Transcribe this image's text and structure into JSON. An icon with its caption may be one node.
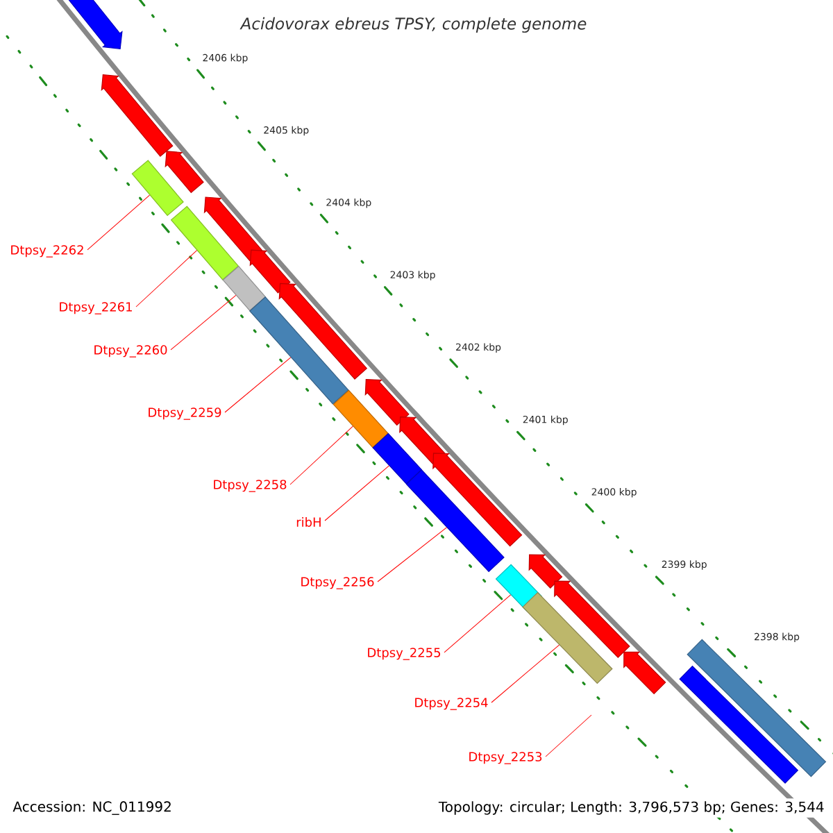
{
  "diagram": {
    "title": "Acidovorax ebreus TPSY, complete genome",
    "nodes": [
      {
        "text": [
          "Dtpsy_2262"
        ]
      },
      {
        "text": [
          "Dtpsy_2261"
        ]
      },
      {
        "text": [
          "Dtpsy_2260"
        ]
      },
      {
        "text": [
          "Dtpsy_2259"
        ]
      },
      {
        "text": [
          "Dtpsy_2258"
        ]
      },
      {
        "text": [
          "ribH"
        ]
      },
      {
        "text": [
          "Dtpsy_2256"
        ]
      },
      {
        "text": [
          "Dtpsy_2255"
        ]
      },
      {
        "text": [
          "Dtpsy_2254"
        ]
      },
      {
        "text": [
          "Dtpsy_2253"
        ]
      },
      {
        "text": [],
        "shape": "bar"
      },
      {
        "text": [],
        "shape": "bar"
      },
      {
        "text": [],
        "shape": "bar"
      },
      {
        "text": [],
        "shape": "bar"
      },
      {
        "text": [],
        "shape": "bar"
      },
      {
        "text": [],
        "shape": "bar"
      },
      {
        "text": [],
        "shape": "bar"
      },
      {
        "text": [],
        "shape": "bar"
      },
      {
        "text": [],
        "shape": "bar"
      },
      {
        "text": [],
        "shape": "arrow"
      },
      {
        "text": [],
        "shape": "arrow"
      },
      {
        "text": [],
        "shape": "arrow"
      },
      {
        "text": [],
        "shape": "arrow"
      },
      {
        "text": [],
        "shape": "arrow"
      },
      {
        "text": [],
        "shape": "arrow"
      },
      {
        "text": [],
        "shape": "arrow"
      },
      {
        "text": [],
        "shape": "arrow"
      },
      {
        "text": [],
        "shape": "arrow"
      },
      {
        "text": [],
        "shape": "arrow"
      },
      {
        "text": [],
        "shape": "arrow"
      },
      {
        "text": [],
        "shape": "arrow"
      },
      {
        "text": [],
        "shape": "bar"
      },
      {
        "text": [],
        "shape": "bar"
      }
    ],
    "edges": [
      {
        "from": 0,
        "to": 10,
        "arrow": "none"
      },
      {
        "from": 1,
        "to": 11,
        "arrow": "none"
      },
      {
        "from": 2,
        "to": 12,
        "arrow": "none"
      },
      {
        "from": 3,
        "to": 13,
        "arrow": "none"
      },
      {
        "from": 4,
        "to": 14,
        "arrow": "none"
      },
      {
        "from": 5,
        "to": 15,
        "arrow": "none"
      },
      {
        "from": 6,
        "to": 16,
        "arrow": "none"
      },
      {
        "from": 7,
        "to": 17,
        "arrow": "none"
      },
      {
        "from": 8,
        "to": 18,
        "arrow": "none"
      },
      {
        "from": 9,
        "to": null,
        "arrow": "none"
      }
    ],
    "labels": [
      "2406 kbp",
      "2405 kbp",
      "2404 kbp",
      "2403 kbp",
      "2402 kbp",
      "2401 kbp",
      "2400 kbp",
      "2399 kbp",
      "2398 kbp",
      "Accession: NC_011992",
      "Topology: circular; Length: 3,796,573 bp; Genes: 3,544"
    ]
  }
}
